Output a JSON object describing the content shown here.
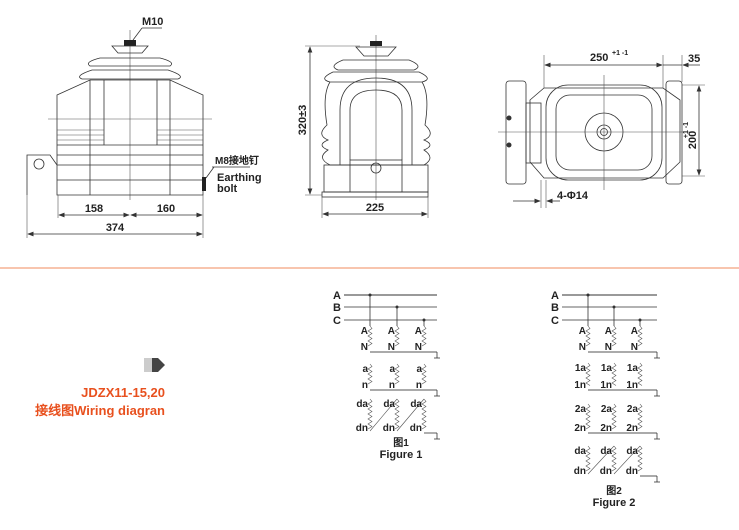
{
  "side_view": {
    "terminal_label": "M10",
    "earthing_label_cn": "M8接地钉",
    "earthing_label_en_1": "Earthing",
    "earthing_label_en_2": "bolt",
    "dim_left": "158",
    "dim_right": "160",
    "dim_total": "374"
  },
  "front_view": {
    "dim_height": "320±3",
    "dim_width": "225"
  },
  "top_view": {
    "dim_length": "250",
    "dim_length_tol": "+1 -1",
    "dim_edge": "35",
    "dim_width": "200",
    "dim_width_tol": "+1 -1",
    "hole_label": "4-Φ14"
  },
  "caption": {
    "model": "JDZX11-15,20",
    "title": "接线图Wiring diagran",
    "accent_color": "#e8501e",
    "divider_color": "#f3a27e"
  },
  "figure1": {
    "bus_labels": [
      "A",
      "B",
      "C"
    ],
    "rows": [
      [
        "A",
        "N"
      ],
      [
        "a",
        "n"
      ],
      [
        "da",
        "dn"
      ]
    ],
    "caption_cn": "图1",
    "caption_en": "Figure 1"
  },
  "figure2": {
    "bus_labels": [
      "A",
      "B",
      "C"
    ],
    "rows": [
      [
        "A",
        "N"
      ],
      [
        "1a",
        "1n"
      ],
      [
        "2a",
        "2n"
      ],
      [
        "da",
        "dn"
      ]
    ],
    "caption_cn": "图2",
    "caption_en": "Figure 2"
  }
}
